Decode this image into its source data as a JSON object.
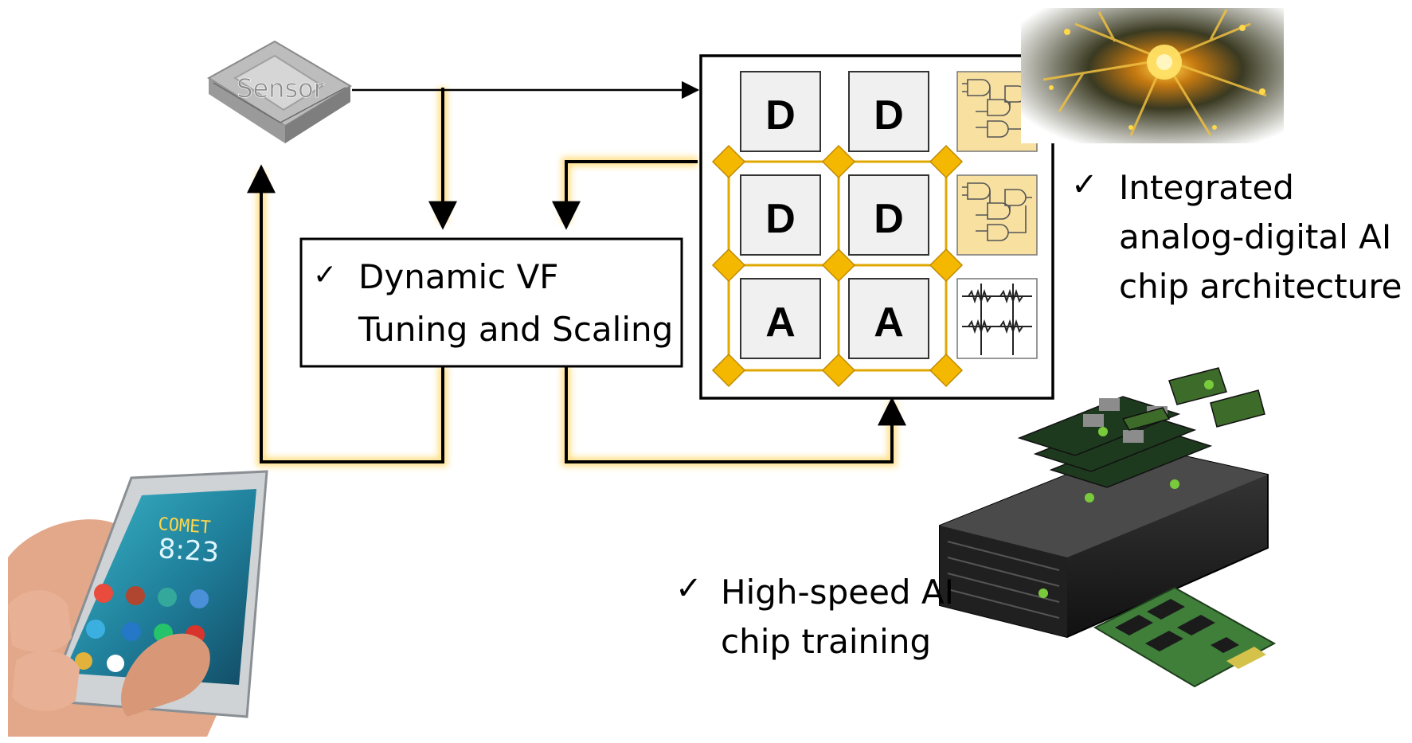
{
  "sensor": {
    "label": "Sensor"
  },
  "tuning_box": {
    "check": "✓",
    "line1": "Dynamic VF",
    "line2": "Tuning and Scaling"
  },
  "chip": {
    "tiles": [
      "D",
      "D",
      "D",
      "D",
      "A",
      "A"
    ]
  },
  "features": {
    "integrated": {
      "check": "✓",
      "lines": [
        "Integrated",
        "analog-digital AI",
        "chip architecture"
      ]
    },
    "training": {
      "check": "✓",
      "lines": [
        "High-speed AI",
        "chip training"
      ]
    }
  },
  "phone": {
    "brand": "COMET",
    "time": "8:23"
  },
  "colors": {
    "accent_gold": "#f5b800",
    "glow": "#ffe79a",
    "gate_fill": "#f7e0a0",
    "tile_fill": "#f0f0f0",
    "line": "#000000"
  },
  "icons": [
    "check-icon",
    "sensor-chip-icon",
    "logic-gate-icon",
    "resistor-array-icon",
    "neuron-image",
    "server-image",
    "smartphone-image",
    "ssd-image"
  ]
}
